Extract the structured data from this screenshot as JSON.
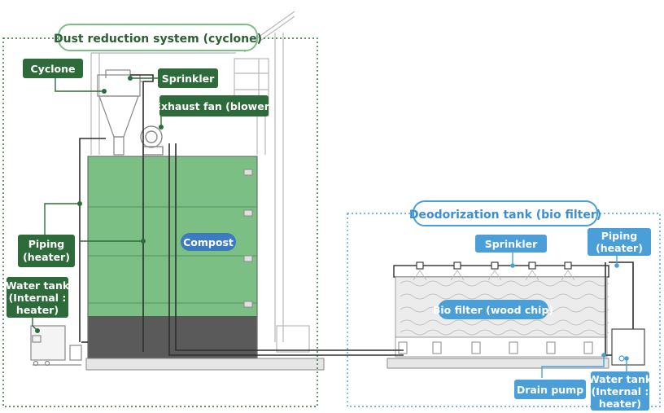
{
  "colors": {
    "green_dark": "#2e6b3a",
    "green_title": "#2c5f34",
    "compost_green": "#7cbf84",
    "compost_base": "#5a5a5a",
    "blue_label": "#4a9fd8",
    "blue_title": "#3d8fcc",
    "blue_compost_pill": "#3c7bc0",
    "line_gray": "#8a8a8a"
  },
  "sections": {
    "dust": {
      "title": "Dust reduction system (cyclone)"
    },
    "deodor": {
      "title": "Deodorization tank (bio filter)"
    }
  },
  "labels": {
    "cyclone": "Cyclone",
    "sprinkler_left": "Sprinkler",
    "exhaust_fan": "Exhaust fan (blower)",
    "piping_left": [
      "Piping",
      "(heater)"
    ],
    "water_tank_left": [
      "Water tank",
      "(Internal :",
      "heater)"
    ],
    "compost": "Compost",
    "sprinkler_right": "Sprinkler",
    "piping_right": [
      "Piping",
      "(heater)"
    ],
    "bio_filter": "Bio filter (wood chip)",
    "drain_pump": "Drain pump",
    "water_tank_right": [
      "Water tank",
      "(Internal :",
      "heater)"
    ]
  },
  "icons": [
    "fan-icon",
    "sprinkler-nozzle-icon",
    "pump-icon",
    "water-tank-icon"
  ]
}
